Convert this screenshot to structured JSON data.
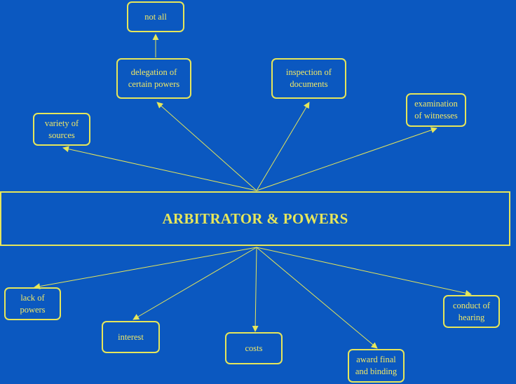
{
  "colors": {
    "background": "#0b58c0",
    "line": "#e6e65a",
    "text": "#f0e866"
  },
  "central": {
    "label": "ARBITRATOR & POWERS"
  },
  "nodes": [
    {
      "id": "not-all",
      "label": "not all"
    },
    {
      "id": "delegation",
      "label": "delegation of\ncertain powers"
    },
    {
      "id": "inspection",
      "label": "inspection of\ndocuments"
    },
    {
      "id": "examination",
      "label": "examination\nof witnesses"
    },
    {
      "id": "variety",
      "label": "variety of\nsources"
    },
    {
      "id": "lack",
      "label": "lack of\npowers"
    },
    {
      "id": "interest",
      "label": "interest"
    },
    {
      "id": "costs",
      "label": "costs"
    },
    {
      "id": "award",
      "label": "award final\nand binding"
    },
    {
      "id": "conduct",
      "label": "conduct of\nhearing"
    }
  ]
}
